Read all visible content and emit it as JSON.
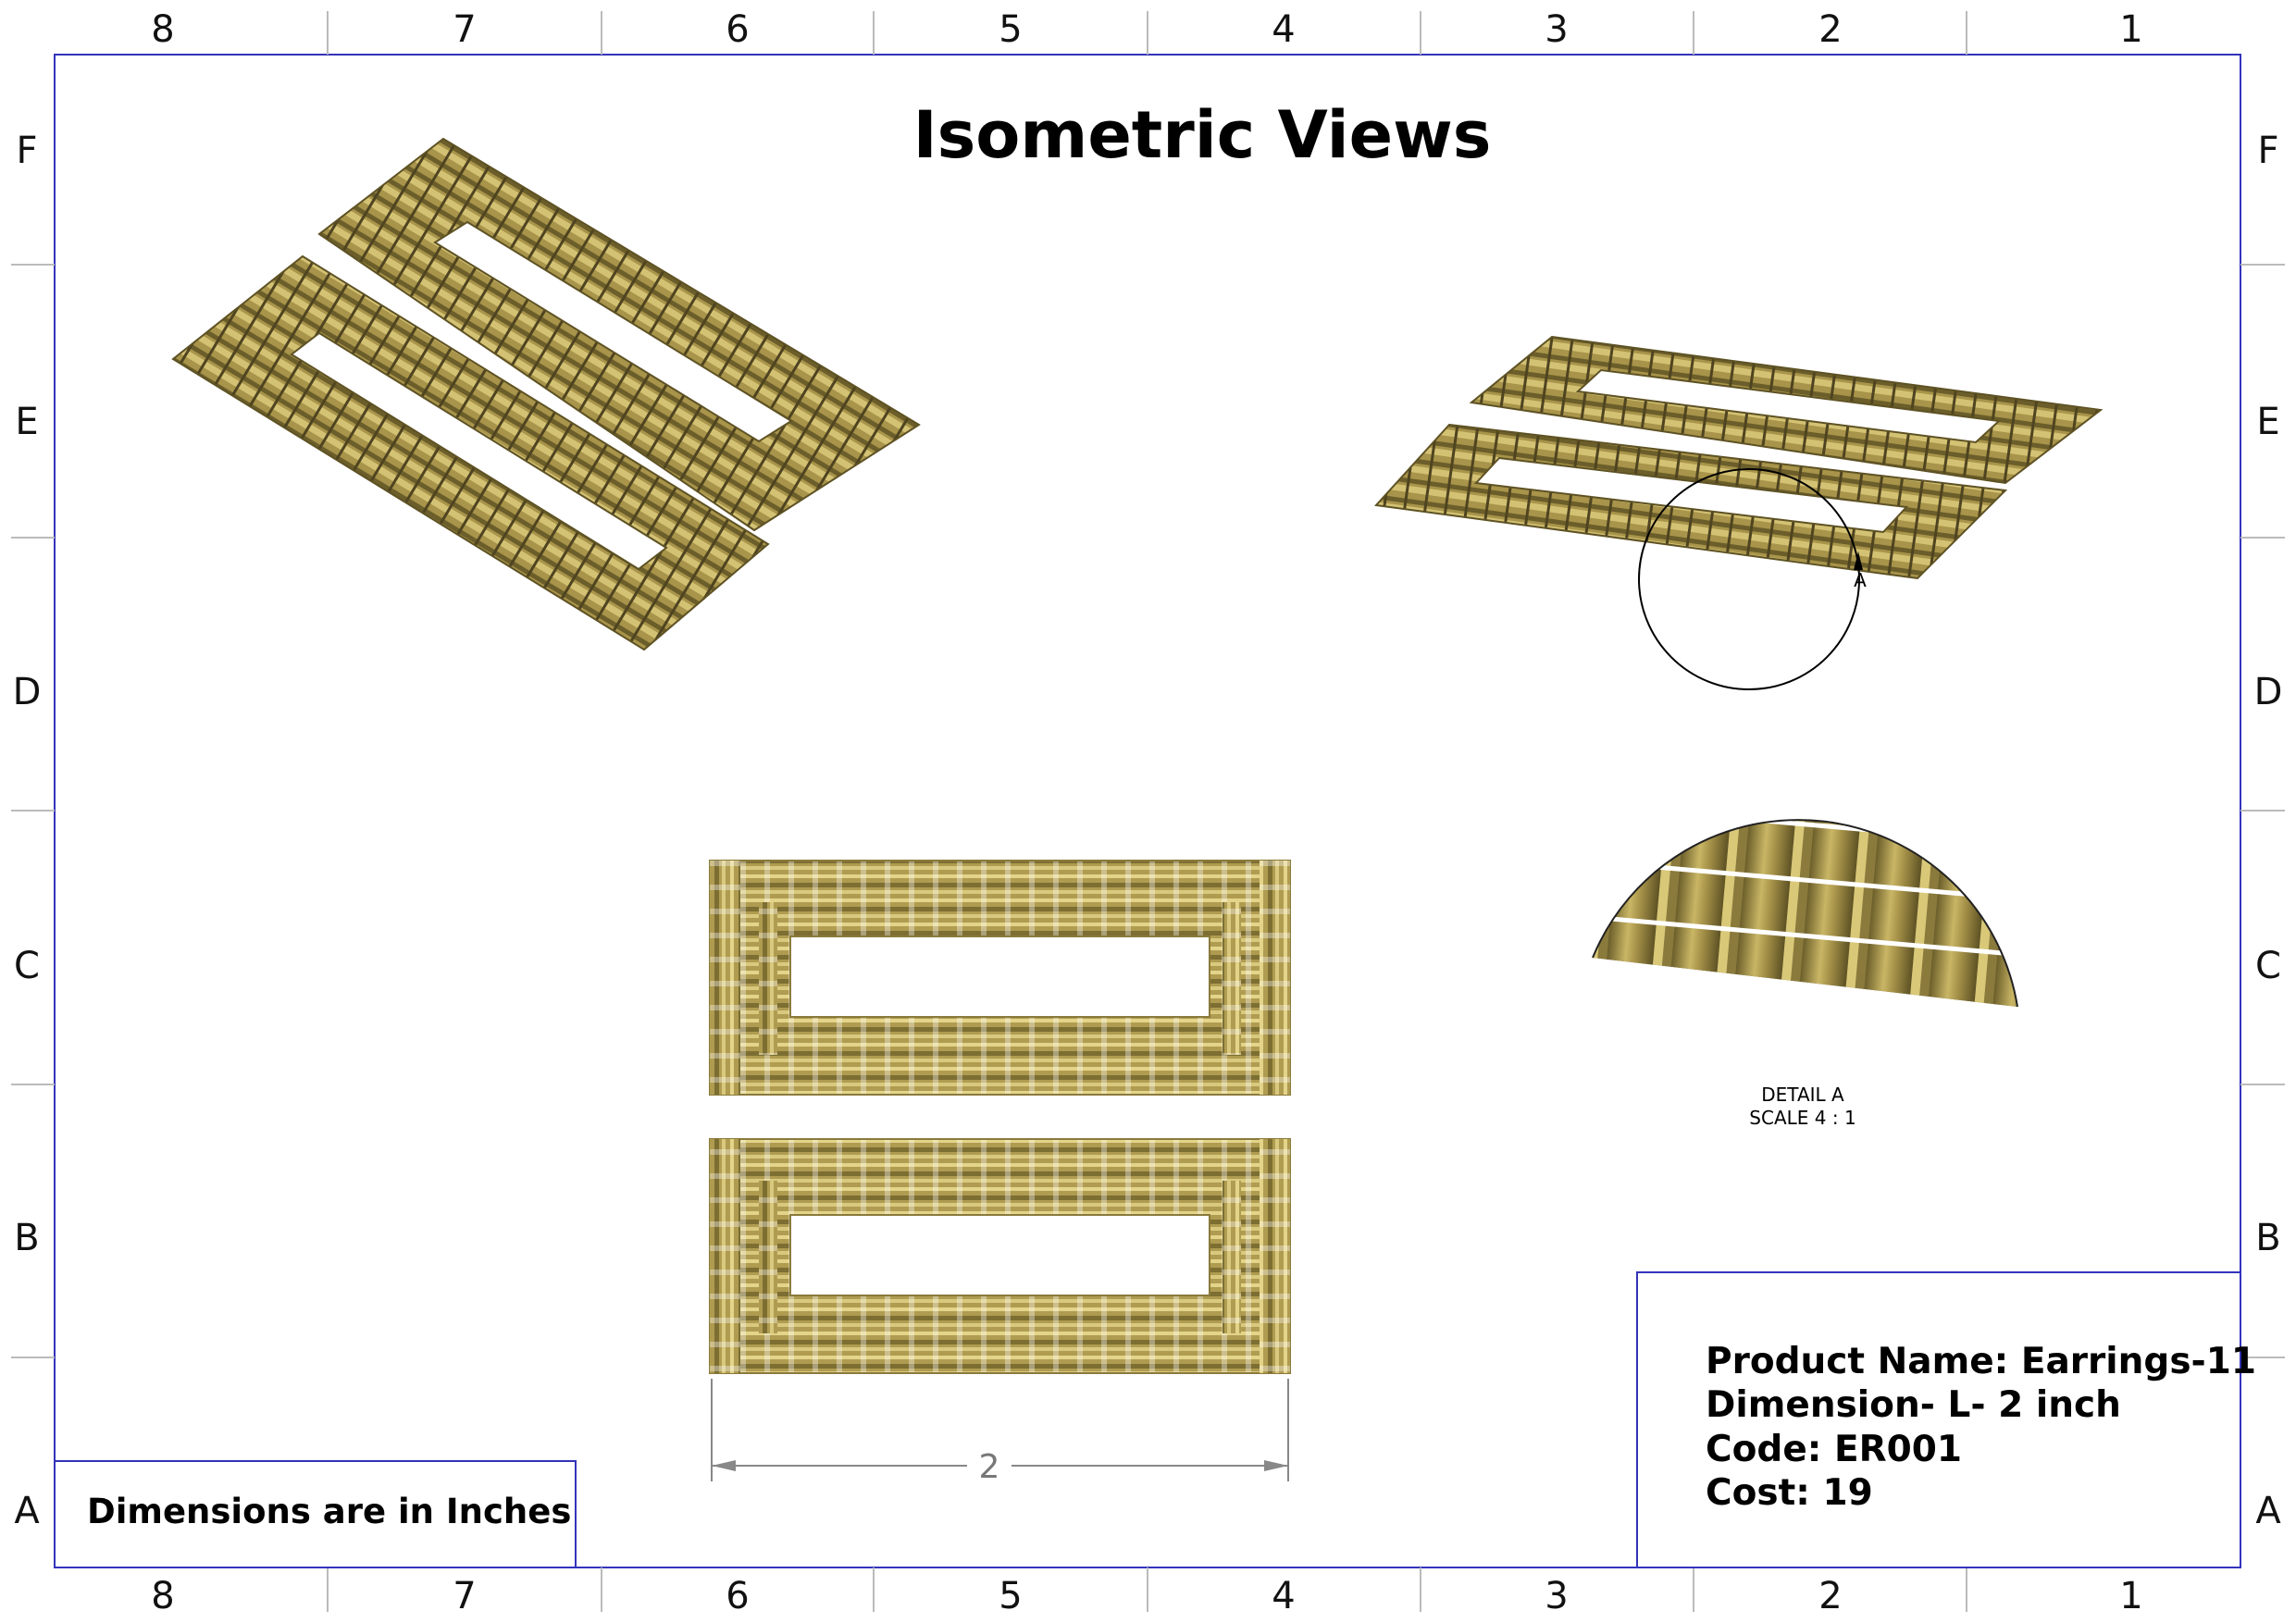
{
  "sheet": {
    "column_labels": [
      "8",
      "7",
      "6",
      "5",
      "4",
      "3",
      "2",
      "1"
    ],
    "row_labels": [
      "F",
      "E",
      "D",
      "C",
      "B",
      "A"
    ],
    "border_color": "#3333bb"
  },
  "title": "Isometric Views",
  "units_note": "Dimensions are in Inches",
  "title_block": {
    "product_name": "Product Name: Earrings-11",
    "dimension": "Dimension- L- 2 inch",
    "code": "Code: ER001",
    "cost": "Cost: 19"
  },
  "detail": {
    "marker": "A",
    "label": "DETAIL A",
    "scale": "SCALE 4 : 1"
  },
  "dimension_value": "2",
  "colors": {
    "gold_light": "#d8c878",
    "gold_mid": "#a8944a",
    "gold_dark": "#6b5e2a"
  }
}
